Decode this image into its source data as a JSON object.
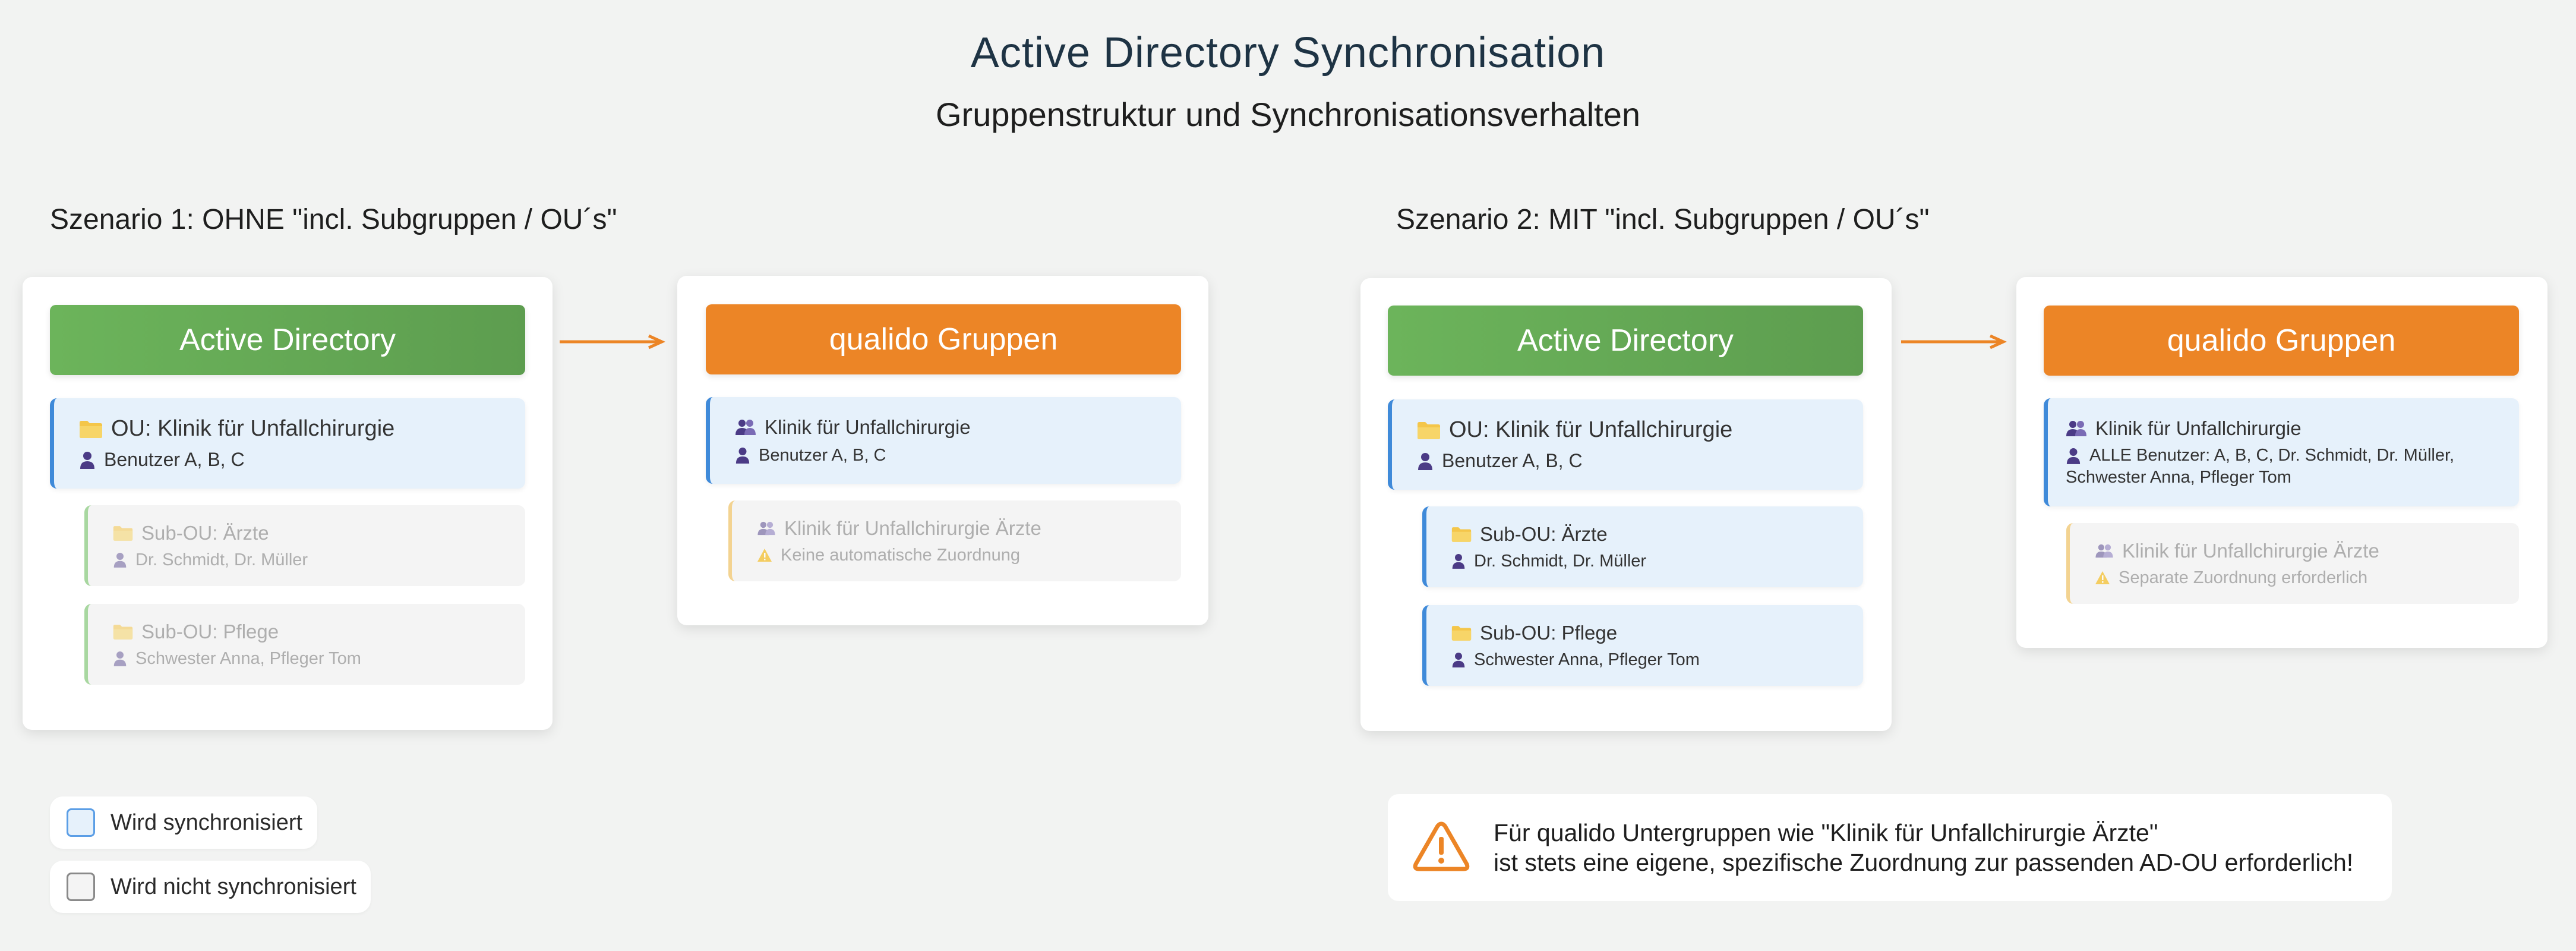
{
  "title": "Active Directory Synchronisation",
  "subtitle": "Gruppenstruktur und Synchronisationsverhalten",
  "scenario1": {
    "title": "Szenario 1: OHNE \"incl. Subgruppen / OU´s\"",
    "ad": {
      "header": "Active Directory",
      "ou_main": {
        "label": "OU: Klinik für Unfallchirurgie",
        "users": "Benutzer A, B, C"
      },
      "sub_ou_1": {
        "label": "Sub-OU: Ärzte",
        "users": "Dr. Schmidt, Dr. Müller"
      },
      "sub_ou_2": {
        "label": "Sub-OU: Pflege",
        "users": "Schwester Anna, Pfleger Tom"
      }
    },
    "qualido": {
      "header": "qualido Gruppen",
      "group_main": {
        "label": "Klinik für Unfallchirurgie",
        "users": "Benutzer A, B, C"
      },
      "group_sub": {
        "label": "Klinik für Unfallchirurgie Ärzte",
        "note": "Keine automatische Zuordnung"
      }
    }
  },
  "scenario2": {
    "title": "Szenario 2: MIT \"incl. Subgruppen / OU´s\"",
    "ad": {
      "header": "Active Directory",
      "ou_main": {
        "label": "OU: Klinik für Unfallchirurgie",
        "users": "Benutzer A, B, C"
      },
      "sub_ou_1": {
        "label": "Sub-OU: Ärzte",
        "users": "Dr. Schmidt, Dr. Müller"
      },
      "sub_ou_2": {
        "label": "Sub-OU: Pflege",
        "users": "Schwester Anna, Pfleger Tom"
      }
    },
    "qualido": {
      "header": "qualido Gruppen",
      "group_main": {
        "label": "Klinik für Unfallchirurgie",
        "users_line1": "ALLE Benutzer: A, B, C, Dr. Schmidt, Dr. Müller,",
        "users_line2": "Schwester Anna, Pfleger Tom"
      },
      "group_sub": {
        "label": "Klinik für Unfallchirurgie Ärzte",
        "note": "Separate Zuordnung erforderlich"
      }
    }
  },
  "legend": {
    "synced": "Wird synchronisiert",
    "not_synced": "Wird nicht synchronisiert"
  },
  "note": {
    "line1": "Für qualido Untergruppen wie \"Klinik für Unfallchirurgie Ärzte\"",
    "line2": "ist stets eine eigene, spezifische Zuordnung zur passenden AD-OU erforderlich!"
  },
  "colors": {
    "ad_green": "#62a853",
    "qualido_orange": "#ec8526",
    "synced_blue": "#3f8ad9",
    "folder_yellow": "#f4c64a",
    "user_purple": "#4b3b86",
    "warning_orange": "#ec8526"
  },
  "icons": [
    "folder-icon",
    "user-icon",
    "group-icon",
    "warning-icon",
    "arrow-right-icon"
  ]
}
